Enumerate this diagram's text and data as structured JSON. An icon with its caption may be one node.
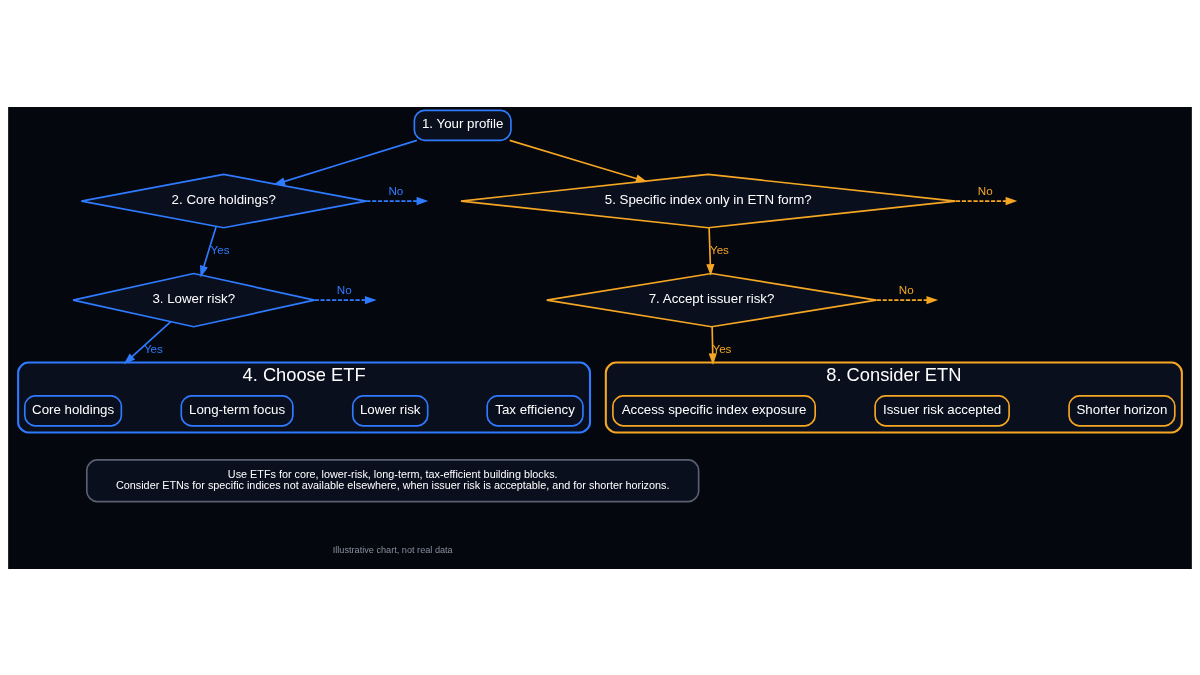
{
  "diagram": {
    "nodes": [
      {
        "text": [
          "1. Your profile"
        ]
      },
      {
        "text": [
          "2. Core holdings?"
        ]
      },
      {
        "text": [
          "3. Lower risk?"
        ]
      },
      {
        "text": [
          "4. Choose ETF"
        ]
      },
      {
        "text": [
          "Core holdings"
        ],
        "in": 3
      },
      {
        "text": [
          "Long-term focus"
        ],
        "in": 3
      },
      {
        "text": [
          "Lower risk"
        ],
        "in": 3
      },
      {
        "text": [
          "Tax efficiency"
        ],
        "in": 3
      },
      {
        "text": [
          "5. Specific index only in ETN form?"
        ]
      },
      {
        "text": [
          "7. Accept issuer risk?"
        ]
      },
      {
        "text": [
          "8. Consider ETN"
        ]
      },
      {
        "text": [
          "Access specific index exposure"
        ],
        "in": 10
      },
      {
        "text": [
          "Issuer risk accepted"
        ],
        "in": 10
      },
      {
        "text": [
          "Shorter horizon"
        ],
        "in": 10
      },
      {
        "text": [
          "Use ETFs for core, lower-risk, long-term, tax-efficient building blocks.",
          "Consider ETNs for specific indices not available elsewhere, when issuer risk is acceptable, and for shorter horizons."
        ]
      }
    ],
    "edges": [
      {
        "from": 0,
        "to": 1,
        "arrow": "to",
        "color": "#2f7bff"
      },
      {
        "from": 0,
        "to": 8,
        "arrow": "to",
        "color": "#f5a623"
      },
      {
        "from": 1,
        "to": null,
        "arrow": "to",
        "label": "No",
        "style": "dashed",
        "color": "#2f7bff"
      },
      {
        "from": 1,
        "to": 2,
        "arrow": "to",
        "label": "Yes",
        "color": "#2f7bff"
      },
      {
        "from": 2,
        "to": null,
        "arrow": "to",
        "label": "No",
        "style": "dashed",
        "color": "#2f7bff"
      },
      {
        "from": 2,
        "to": 3,
        "arrow": "to",
        "label": "Yes",
        "color": "#2f7bff"
      },
      {
        "from": 8,
        "to": null,
        "arrow": "to",
        "label": "No",
        "style": "dashed",
        "color": "#f5a623"
      },
      {
        "from": 8,
        "to": 9,
        "arrow": "to",
        "label": "Yes",
        "color": "#f5a623"
      },
      {
        "from": 9,
        "to": null,
        "arrow": "to",
        "label": "No",
        "style": "dashed",
        "color": "#f5a623"
      },
      {
        "from": 9,
        "to": 10,
        "arrow": "to",
        "label": "Yes",
        "color": "#f5a623"
      }
    ],
    "labels": [
      "Illustrative chart, not real data"
    ]
  }
}
